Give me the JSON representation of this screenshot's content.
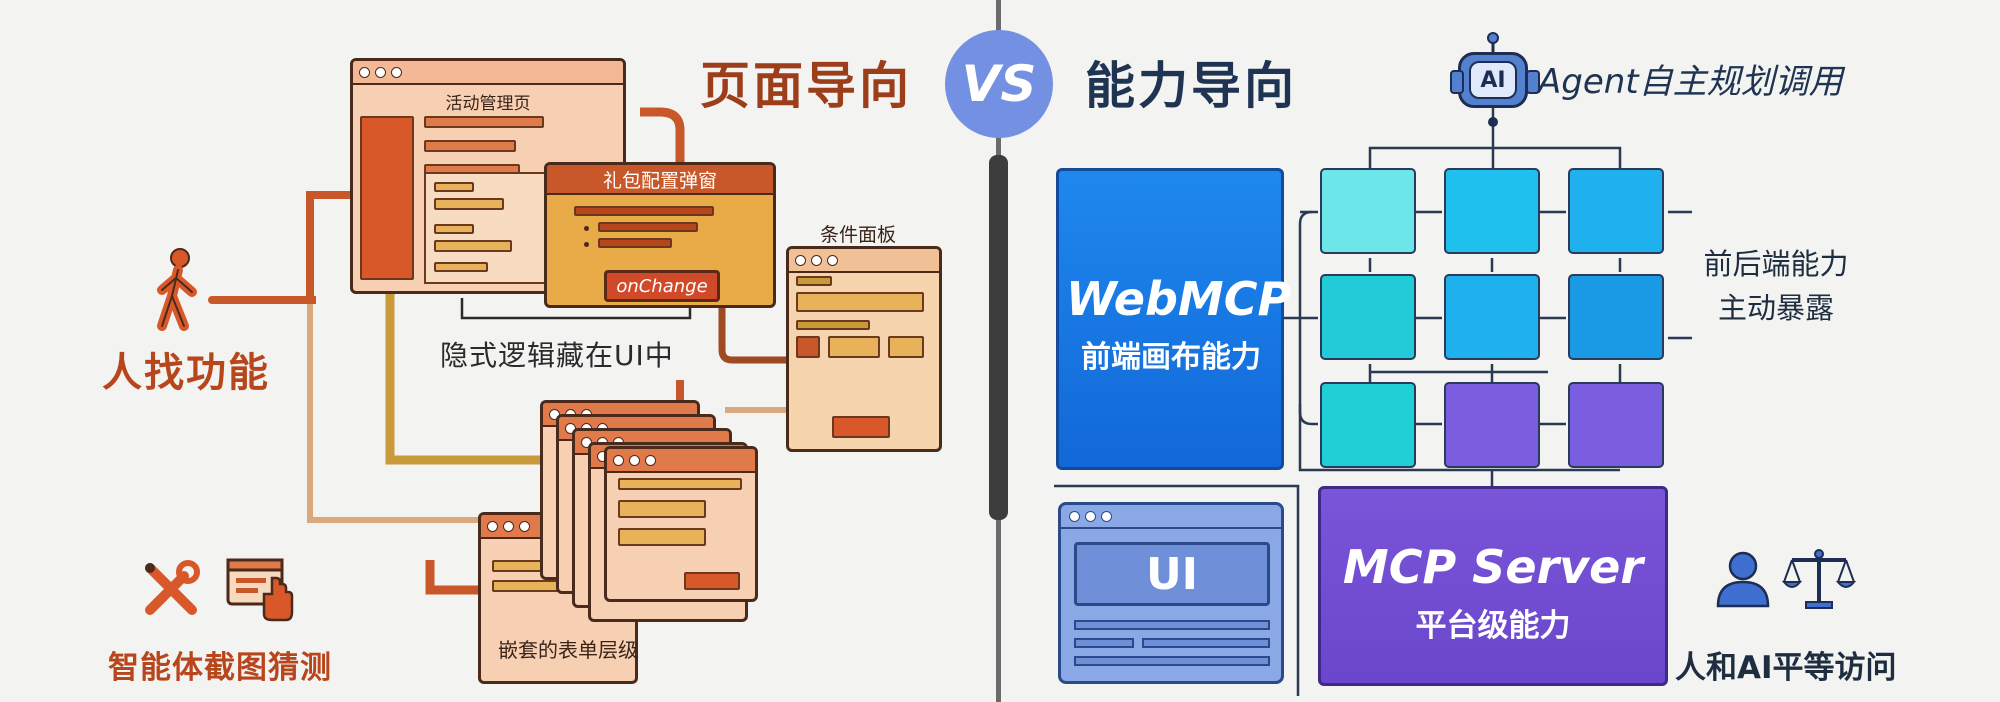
{
  "header": {
    "left_heading": "页面导向",
    "vs_label": "VS",
    "right_heading": "能力导向"
  },
  "left_panel": {
    "person_label": "人找功能",
    "guess_label": "智能体截图猜测",
    "hidden_logic_label": "隐式逻辑藏在UI中",
    "main_window_title": "活动管理页",
    "gift_popup_title": "礼包配置弹窗",
    "onchange_label": "onChange",
    "condition_panel_title": "条件面板",
    "nested_forms_label": "嵌套的表单层级",
    "icons": [
      "walking-person-icon",
      "wrench-screwdriver-icon",
      "screenshot-hand-icon"
    ],
    "accent_color": "#b8461c"
  },
  "right_panel": {
    "ai_badge": "AI",
    "agent_label": "Agent自主规划调用",
    "webmcp_title": "WebMCP",
    "webmcp_sub": "前端画布能力",
    "ui_label": "UI",
    "mcp_title": "MCP Server",
    "mcp_sub": "平台级能力",
    "exposed_line1": "前后端能力",
    "exposed_line2": "主动暴露",
    "equal_access_label": "人和AI平等访问",
    "icons": [
      "robot-icon",
      "user-icon",
      "balance-scale-icon"
    ],
    "colors": {
      "webmcp": "#1576e2",
      "mcp_server": "#7050d0",
      "tile_cyan": "#2ed3dd",
      "tile_blue": "#1fb0ee",
      "tile_purple": "#7b5ee0"
    }
  }
}
